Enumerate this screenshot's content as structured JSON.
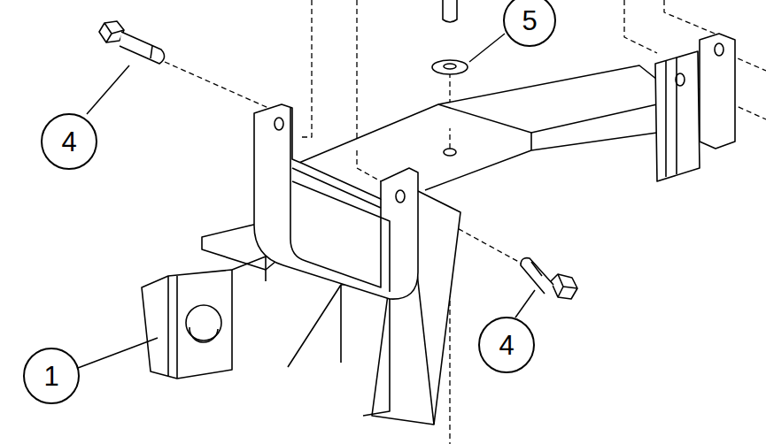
{
  "diagram": {
    "nodes": [
      {
        "text": [
          "5"
        ]
      },
      {
        "text": [
          "4"
        ]
      },
      {
        "text": [
          "4"
        ]
      },
      {
        "text": [
          "1"
        ]
      }
    ]
  }
}
